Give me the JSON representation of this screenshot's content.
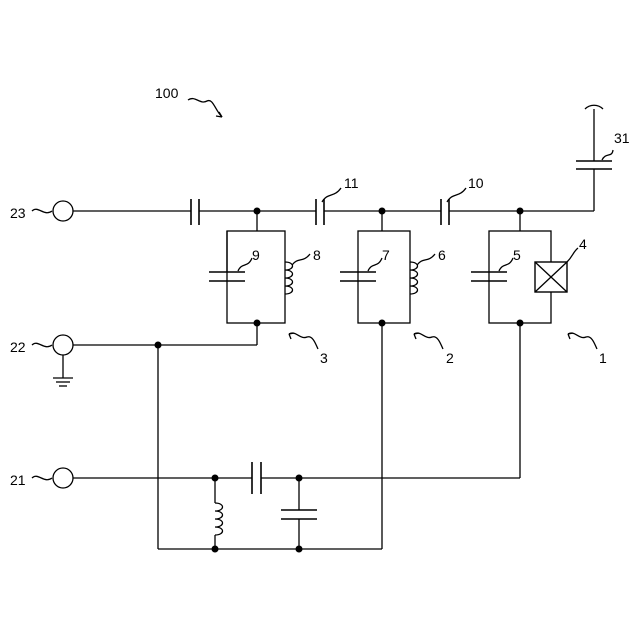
{
  "figure": {
    "assembly_ref": "100",
    "terminals": {
      "t21": "21",
      "t22": "22",
      "t23": "23"
    },
    "resonators": {
      "r1": "1",
      "r2": "2",
      "r3": "3"
    },
    "components": {
      "element4": "4",
      "cap5": "5",
      "ind6": "6",
      "cap7": "7",
      "ind8": "8",
      "cap9": "9",
      "cap10": "10",
      "cap11": "11",
      "cap31": "31"
    }
  }
}
